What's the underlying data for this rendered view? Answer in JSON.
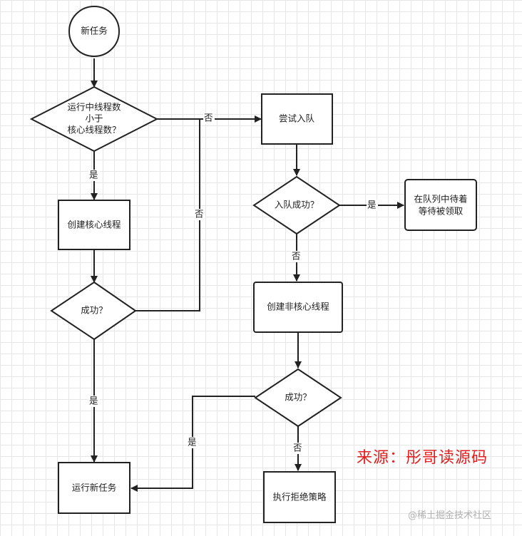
{
  "nodes": {
    "start": "新任务",
    "decision_core": [
      "运行中线程数",
      "小于",
      "核心线程数？"
    ],
    "create_core": "创建核心线程",
    "decision_success1": "成功？",
    "try_enqueue": "尝试入队",
    "decision_enqueue": "入队成功？",
    "wait_queue": [
      "在队列中待着",
      "等待被领取"
    ],
    "create_noncore": "创建非核心线程",
    "decision_success2": "成功？",
    "reject": "执行拒绝策略",
    "run_task": "运行新任务"
  },
  "edges": {
    "yes": "是",
    "no": "否"
  },
  "source_label": "来源：彤哥读源码",
  "watermark": "@稀土掘金技术社区"
}
